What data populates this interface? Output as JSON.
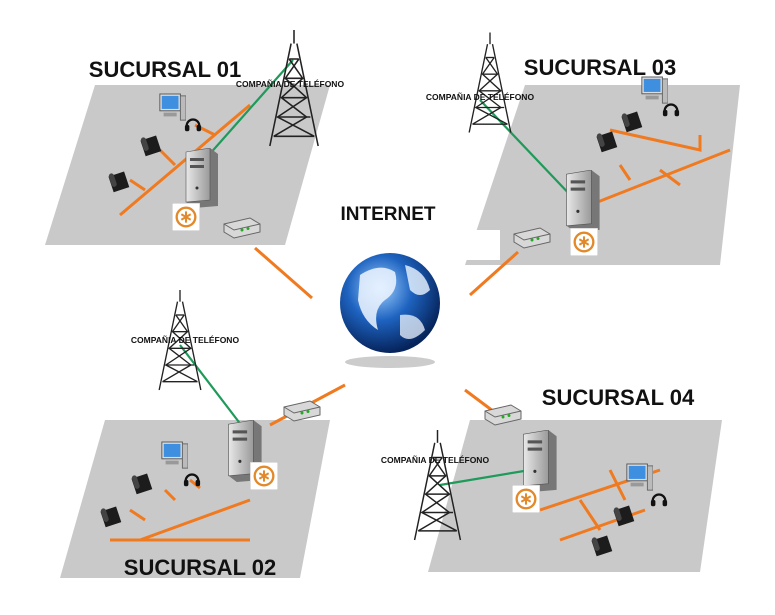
{
  "diagram": {
    "internet_label": "INTERNET",
    "branches": [
      {
        "title": "SUCURSAL 01",
        "tower_label": "COMPAÑIA DE TELÉFONO"
      },
      {
        "title": "SUCURSAL 02",
        "tower_label": "COMPAÑIA DE TELÉFONO"
      },
      {
        "title": "SUCURSAL 03",
        "tower_label": "COMPAÑIA DE TELÉFONO"
      },
      {
        "title": "SUCURSAL 04",
        "tower_label": "COMPAÑIA DE TELÉFONO"
      }
    ],
    "colors": {
      "lan": "#f07a20",
      "phone_line": "#1e9a5a",
      "plate": "#c9c9c9"
    }
  }
}
